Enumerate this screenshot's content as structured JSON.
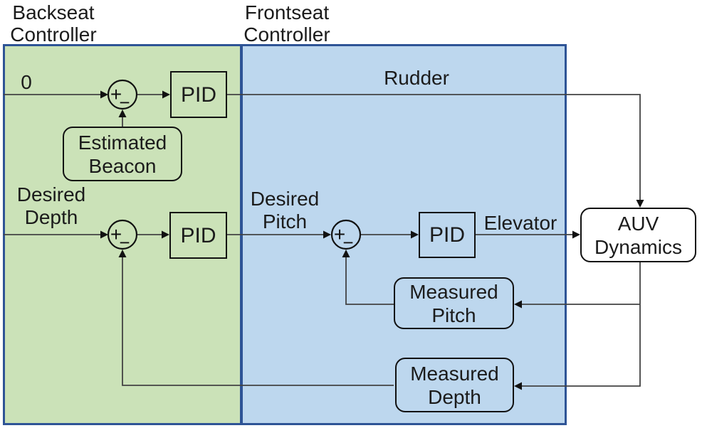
{
  "regions": {
    "backseat": {
      "title_line1": "Backseat",
      "title_line2": "Controller",
      "fill": "#cbe2b8"
    },
    "frontseat": {
      "title_line1": "Frontseat",
      "title_line2": "Controller",
      "fill": "#bdd7ee"
    },
    "border_color": "#2e5496"
  },
  "labels": {
    "zero": "0",
    "rudder": "Rudder",
    "elevator": "Elevator",
    "desired_depth": {
      "line1": "Desired",
      "line2": "Depth"
    },
    "desired_pitch": {
      "line1": "Desired",
      "line2": "Pitch"
    }
  },
  "blocks": {
    "pid_heading": {
      "label": "PID"
    },
    "pid_depth": {
      "label": "PID"
    },
    "pid_pitch": {
      "label": "PID"
    },
    "estimated_beacon": {
      "line1": "Estimated",
      "line2": "Beacon"
    },
    "measured_pitch": {
      "line1": "Measured",
      "line2": "Pitch"
    },
    "measured_depth": {
      "line1": "Measured",
      "line2": "Depth"
    },
    "auv_dynamics": {
      "line1": "AUV",
      "line2": "Dynamics"
    }
  },
  "junctions": {
    "plus": "+",
    "minus": "−"
  }
}
